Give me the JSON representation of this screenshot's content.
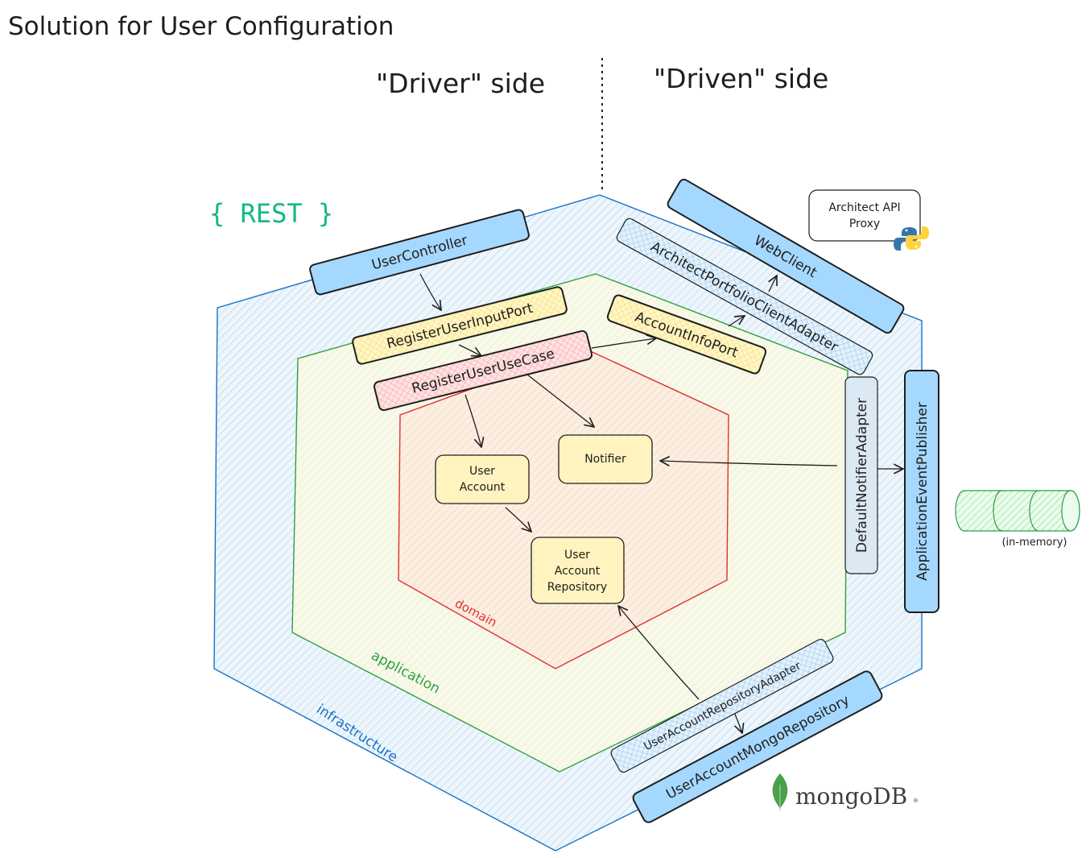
{
  "title": "Solution for User Configuration",
  "sides": {
    "driver": "\"Driver\" side",
    "driven": "\"Driven\" side"
  },
  "rest_logo": "{ REST }",
  "layers": {
    "infrastructure": "infrastructure",
    "application": "application",
    "domain": "domain"
  },
  "components": {
    "user_controller": "UserController",
    "register_user_input_port": "RegisterUserInputPort",
    "register_user_use_case": "RegisterUserUseCase",
    "account_info_port": "AccountInfoPort",
    "architect_portfolio_client_adapter": "ArchitectPortfolioClientAdapter",
    "web_client": "WebClient",
    "default_notifier_adapter": "DefaultNotifierAdapter",
    "application_event_publisher": "ApplicationEventPublisher",
    "user_account_repository_adapter": "UserAccountRepositoryAdapter",
    "user_account_mongo_repository": "UserAccountMongoRepository"
  },
  "domain_objects": {
    "user_account": [
      "User",
      "Account"
    ],
    "notifier": "Notifier",
    "user_account_repository": [
      "User",
      "Account",
      "Repository"
    ]
  },
  "external": {
    "architect_api_proxy": [
      "Architect API",
      "Proxy"
    ],
    "in_memory_label": "(in-memory)",
    "mongodb_logo": "mongoDB"
  },
  "colors": {
    "infrastructure": "#1971c2",
    "application": "#2f9e44",
    "domain": "#e03131",
    "infra_pill_fill": "#a5d8ff",
    "port_fill": "#ffec99",
    "usecase_fill": "#ffc9c9",
    "domain_obj_fill": "#fff3bf",
    "rest_teal": "#12b886",
    "python_blue": "#3776ab",
    "python_yellow": "#ffd43b",
    "mongo_green": "#47a248"
  },
  "icons": [
    "python-icon",
    "mongodb-leaf-icon",
    "queue-cylinder-icon"
  ]
}
